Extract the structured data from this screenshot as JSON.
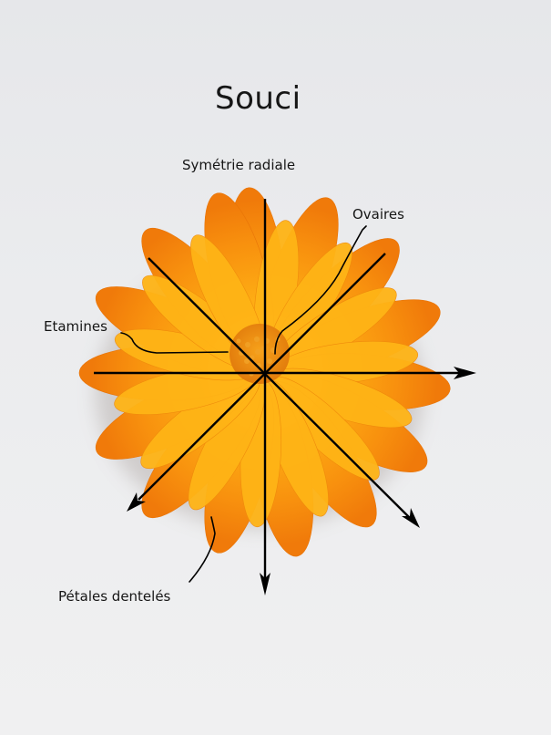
{
  "title": "Souci",
  "subtitle": "Symétrie radiale",
  "labels": {
    "ovaires": "Ovaires",
    "etamines": "Etamines",
    "petales": "Pétales dentelés"
  },
  "colors": {
    "background": "#ebecee",
    "petal_dark": "#f07a0a",
    "petal_mid": "#f7940f",
    "petal_light": "#ffc21a",
    "center": "#e88a10",
    "lines": "#000000"
  },
  "axes": [
    {
      "name": "vertical",
      "from": [
        291,
        218
      ],
      "to": [
        291,
        652
      ],
      "arrow": "end"
    },
    {
      "name": "horizontal",
      "from": [
        103,
        409
      ],
      "to": [
        522,
        409
      ],
      "arrow": "end"
    },
    {
      "name": "diagonal-nw-se",
      "from": [
        163,
        283
      ],
      "to": [
        460,
        578
      ],
      "arrow": "end"
    },
    {
      "name": "diagonal-ne-sw",
      "from": [
        423,
        278
      ],
      "to": [
        140,
        560
      ],
      "arrow": "end"
    }
  ]
}
